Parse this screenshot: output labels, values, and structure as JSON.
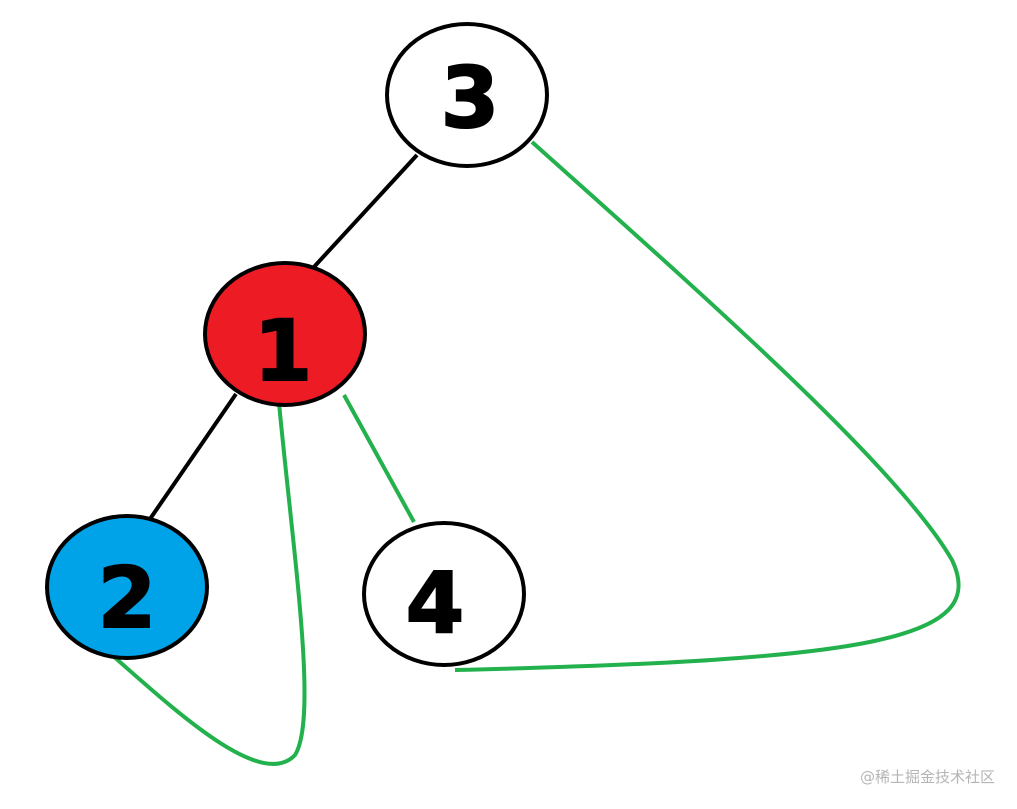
{
  "nodes": [
    {
      "id": "node-3",
      "label": "3",
      "fill": "#ffffff"
    },
    {
      "id": "node-1",
      "label": "1",
      "fill": "#ed1c24"
    },
    {
      "id": "node-2",
      "label": "2",
      "fill": "#00a2e8"
    },
    {
      "id": "node-4",
      "label": "4",
      "fill": "#ffffff"
    }
  ],
  "colors": {
    "tree_edge": "#000000",
    "thread_edge": "#22b14c",
    "outline": "#000000"
  },
  "watermark": "@稀土掘金技术社区"
}
